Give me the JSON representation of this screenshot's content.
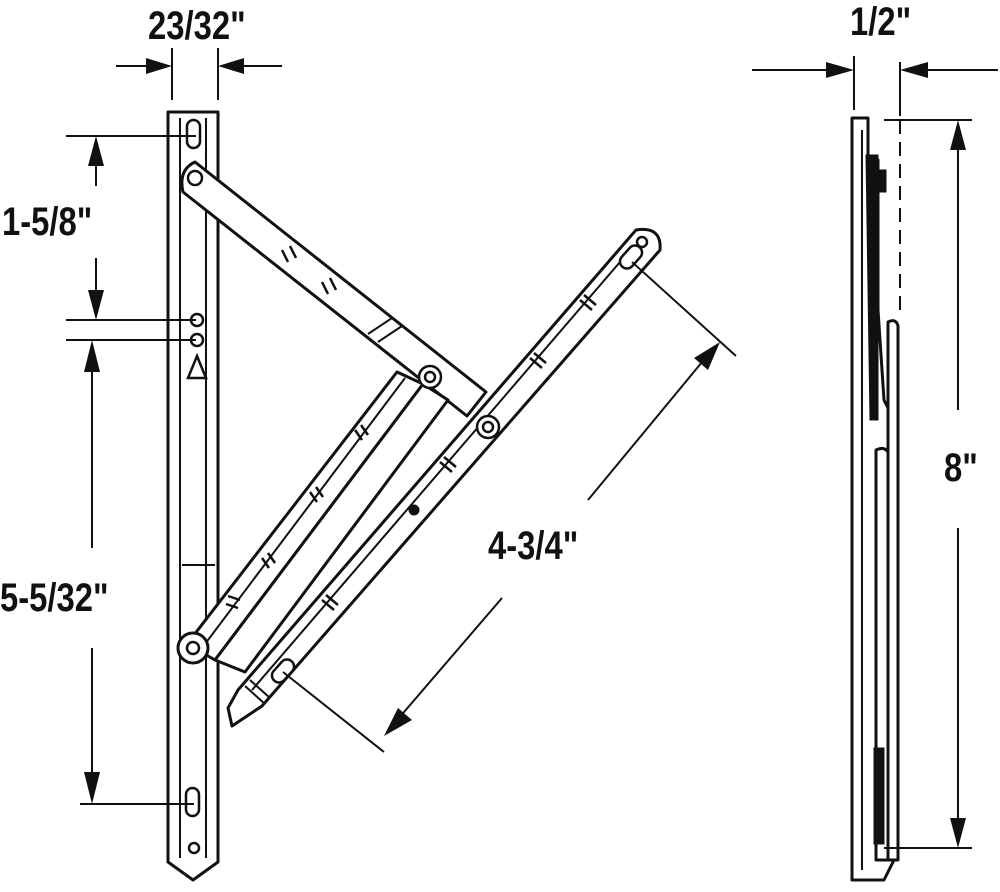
{
  "dimensions": {
    "top_width": "23/32\"",
    "side_thickness": "1/2\"",
    "upper_spacing": "1-5/8\"",
    "lower_spacing": "5-5/32\"",
    "arm_length": "4-3/4\"",
    "overall_length": "8\""
  }
}
